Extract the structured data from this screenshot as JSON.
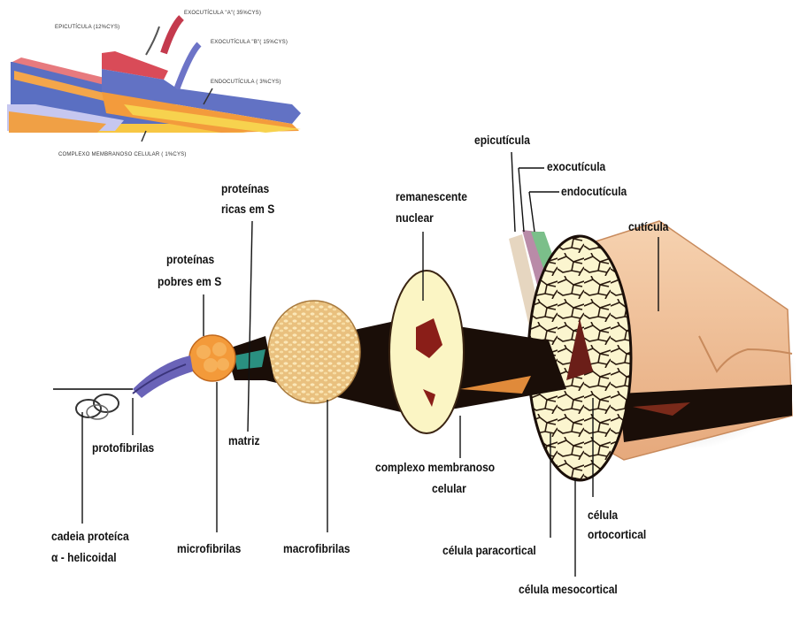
{
  "inset": {
    "epicuticula": "EPICUTÍCULA (12%CYS)",
    "exocuticula_a": "EXOCUTÍCULA \"A\"( 35%CYS)",
    "exocuticula_b": "EXOCUTÍCULA \"B\"( 15%CYS)",
    "endocuticula": "ENDOCUTÍCULA ( 3%CYS)",
    "complexo": "COMPLEXO MEMBRANOSO CELULAR ( 1%CYS)"
  },
  "labels": {
    "epicuticula": "epicutícula",
    "exocuticula": "exocutícula",
    "endocuticula": "endocutícula",
    "cuticula": "cutícula",
    "remanescente_1": "remanescente",
    "remanescente_2": "nuclear",
    "ricas_1": "proteínas",
    "ricas_2": "ricas em S",
    "pobres_1": "proteínas",
    "pobres_2": "pobres em S",
    "protofibrilas": "protofibrilas",
    "matriz": "matriz",
    "complexo_1": "complexo membranoso",
    "complexo_2": "celular",
    "ortocortical_1": "célula",
    "ortocortical_2": "ortocortical",
    "cadeia_1": "cadeia proteíca",
    "cadeia_2": "α - helicoidal",
    "microfibrilas": "microfibrilas",
    "macrofibrilas": "macrofibrilas",
    "paracortical": "célula paracortical",
    "mesocortical": "célula mesocortical"
  }
}
